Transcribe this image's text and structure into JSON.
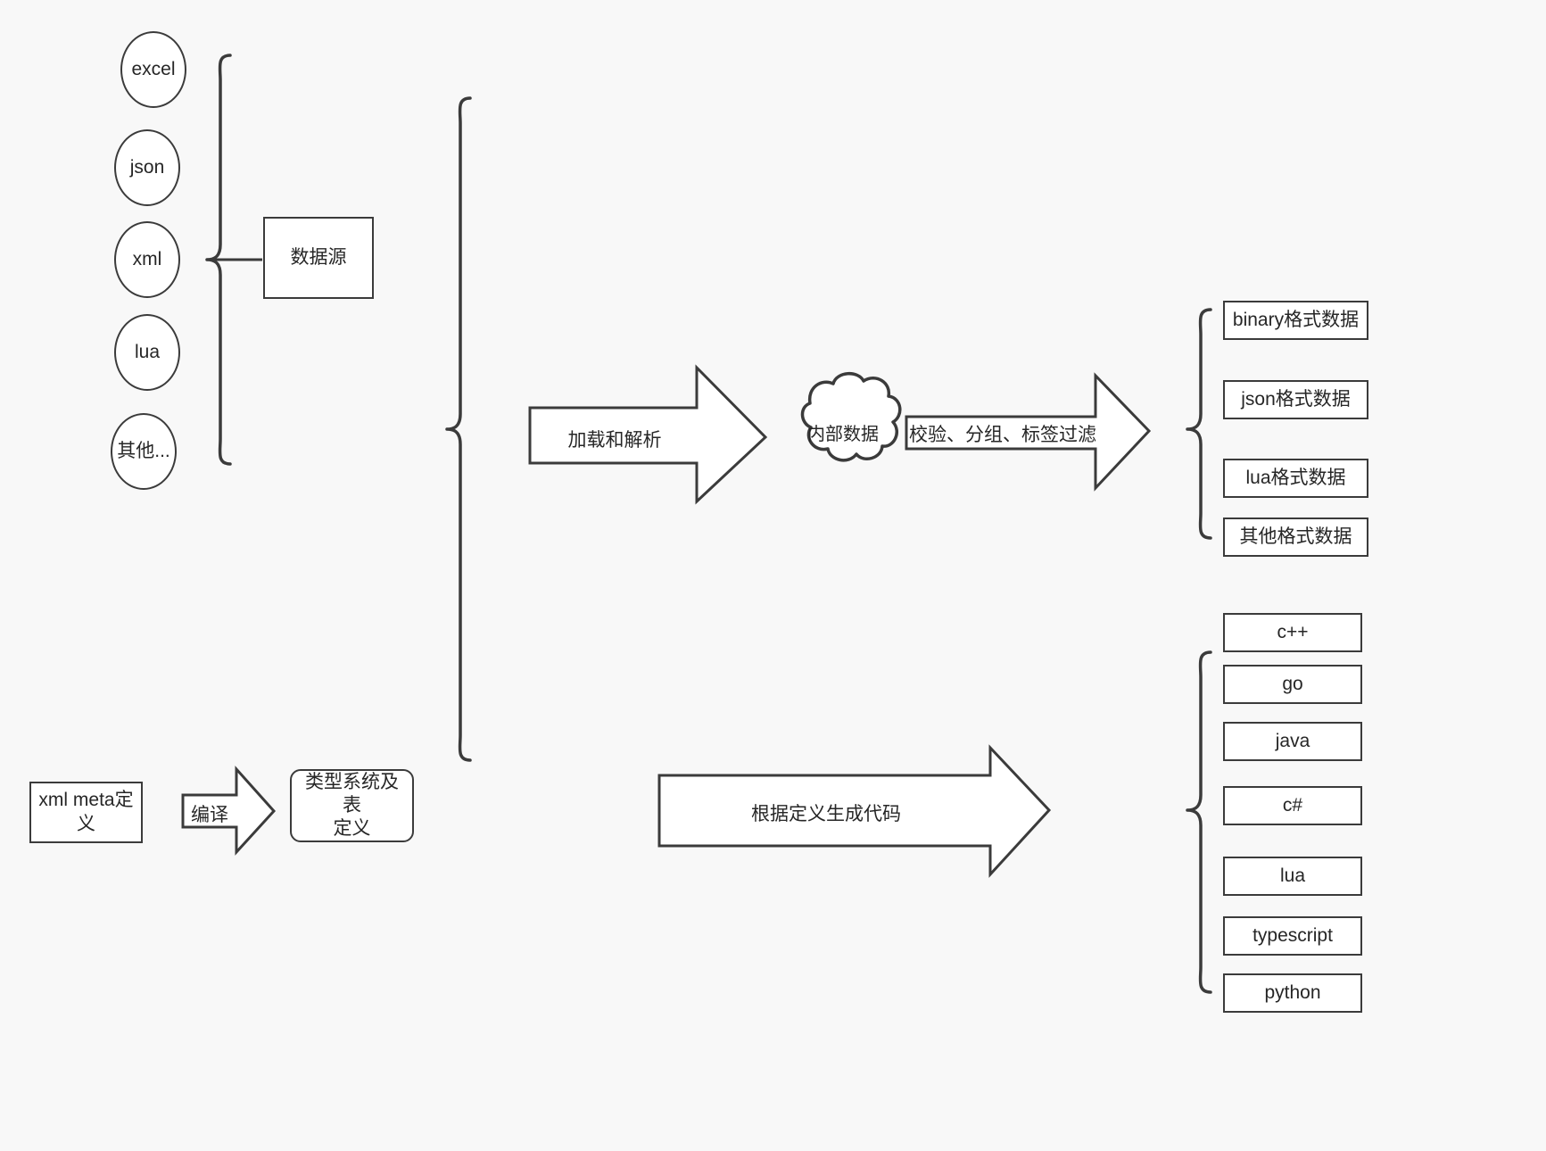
{
  "diagram": {
    "background_color": "#f8f8f8",
    "stroke_color": "#3b3b3b",
    "fill_color": "#ffffff",
    "text_color": "#262626",
    "sources": {
      "group_label": "数据源",
      "items": [
        {
          "label": "excel"
        },
        {
          "label": "json"
        },
        {
          "label": "xml"
        },
        {
          "label": "lua"
        },
        {
          "label": "其他..."
        }
      ]
    },
    "meta": {
      "definition_label": "xml meta定义",
      "compile_arrow_label": "编译",
      "type_system_label": "类型系统及表\n定义"
    },
    "pipeline": {
      "load_arrow_label": "加载和解析",
      "internal_data_label": "内部数据",
      "filter_arrow_label": "校验、分组、标签过滤",
      "codegen_arrow_label": "根据定义生成代码"
    },
    "outputs": {
      "data_formats": [
        {
          "label": "binary格式数据"
        },
        {
          "label": "json格式数据"
        },
        {
          "label": "lua格式数据"
        },
        {
          "label": "其他格式数据"
        }
      ],
      "languages": [
        {
          "label": "c++"
        },
        {
          "label": "go"
        },
        {
          "label": "java"
        },
        {
          "label": "c#"
        },
        {
          "label": "lua"
        },
        {
          "label": "typescript"
        },
        {
          "label": "python"
        }
      ]
    }
  }
}
